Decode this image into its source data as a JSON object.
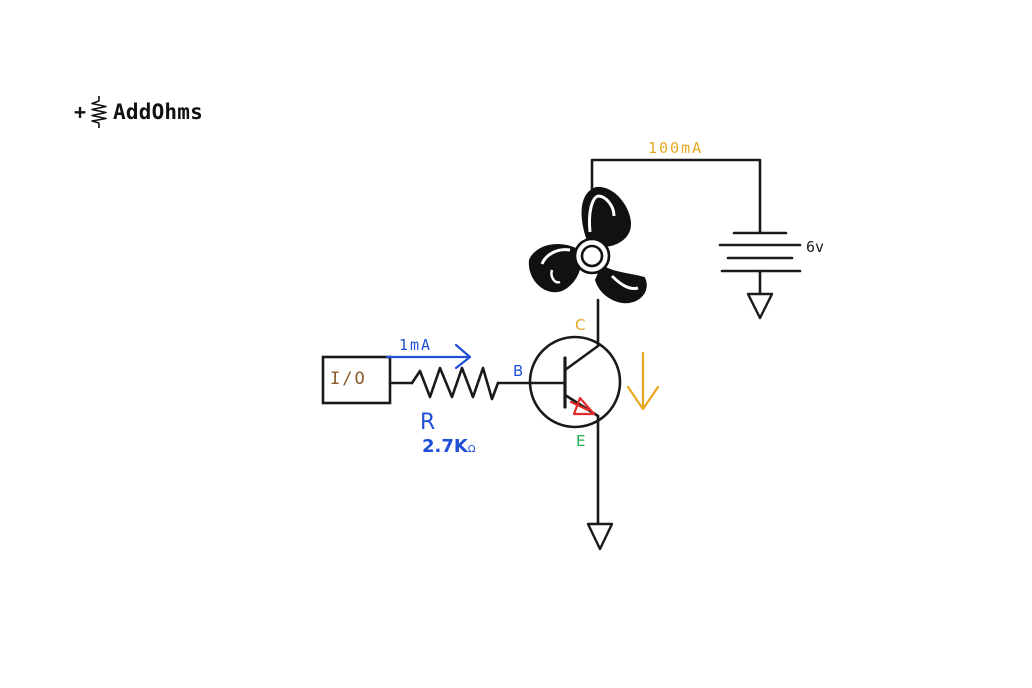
{
  "brand": {
    "plus": "+",
    "name": "AddOhms"
  },
  "labels": {
    "io_box": "I/O",
    "base_current": "1mA",
    "resistor_name": "R",
    "resistor_value": "2.7K",
    "resistor_unit": "Ω",
    "base": "B",
    "collector": "C",
    "emitter": "E",
    "collector_current": "100mA",
    "battery_voltage": "6v"
  },
  "colors": {
    "wire": "#1a1a1a",
    "io_box": "#8a5a2b",
    "base_current": "#1f4fd6",
    "resistor_label": "#1f4fd6",
    "base_label": "#1f4fd6",
    "collector_label": "#e8a820",
    "emitter_label": "#22b14c",
    "emitter_arrow": "#e52a2a",
    "current_arrow": "#e8a820",
    "collector_current": "#e8a820",
    "fan": "#111111"
  },
  "icons": [
    "resistor-logo-icon",
    "fan-motor-icon",
    "ground-icon",
    "battery-icon",
    "npn-transistor-icon"
  ]
}
